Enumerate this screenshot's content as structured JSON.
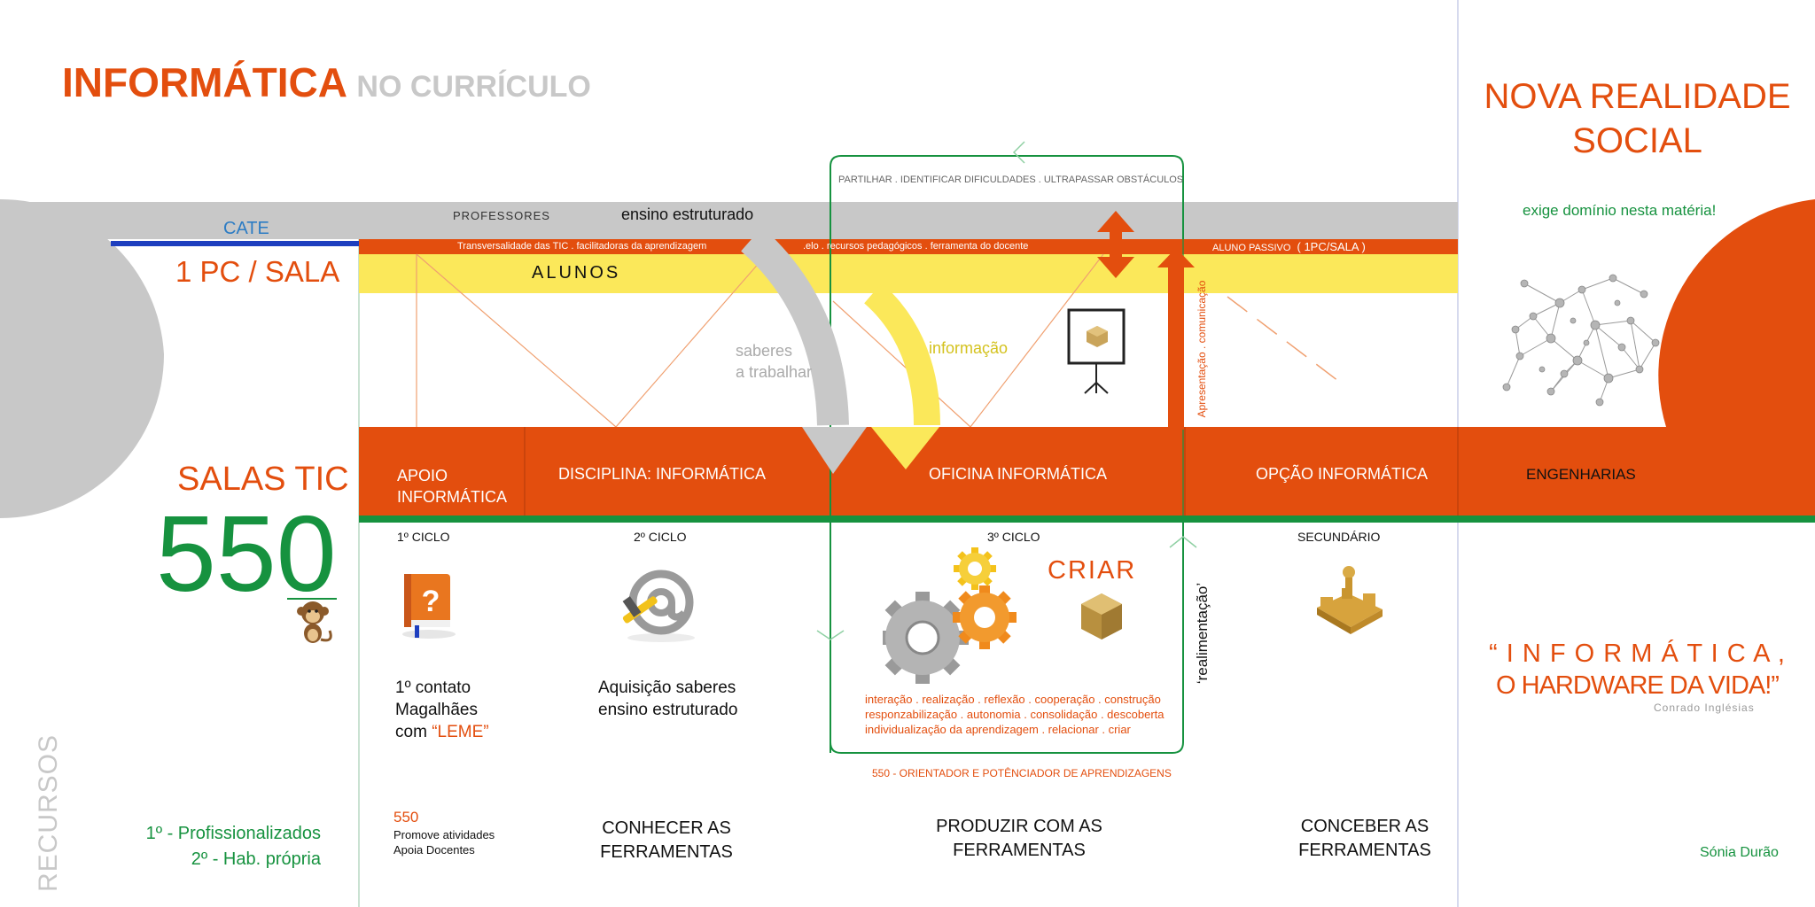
{
  "colors": {
    "orange": "#e34e0e",
    "green": "#16923f",
    "gray": "#c8c8c8",
    "yellow": "#fbe85a",
    "blue": "#1e3fbf",
    "lightblue": "#2c7cc4"
  },
  "title": {
    "main": "INFORMÁTICA",
    "sub": "NO CURRÍCULO"
  },
  "right_panel": {
    "title_line1": "NOVA REALIDADE",
    "title_line2": "SOCIAL",
    "subtitle": "exige domínio nesta matéria!",
    "quote_line1": "“ I N F O R M Á T I C A ,",
    "quote_line2": "O HARDWARE DA VIDA!”",
    "quote_author": "Conrado Inglésias",
    "signature": "Sónia Durão",
    "network_icon": "network-graph-icon"
  },
  "left_panel": {
    "cate": "CATE",
    "pc_sala": "1 PC / SALA",
    "salas_tic": "SALAS TIC",
    "number": "550",
    "vertical_label": "RECURSOS",
    "prof_line1": "1º - Profissionalizados",
    "prof_line2": "2º - Hab. própria",
    "mascot_icon": "monkey-mascot-icon"
  },
  "top_band": {
    "professores": "PROFESSORES",
    "ensino": "ensino estruturado",
    "partilhar": "PARTILHAR . IDENTIFICAR DIFICULDADES . ULTRAPASSAR OBSTÁCULOS",
    "transversal": "Transversalidade das TIC .  facilitadoras da aprendizagem",
    "elo": ".elo  .  recursos pedagógicos  .  ferramenta do docente",
    "aluno_passivo": "ALUNO   PASSIVO",
    "aluno_passivo_count": "( 1PC/SALA )",
    "alunos": "ALUNOS",
    "saberes_line1": "saberes",
    "saberes_line2": "a trabalhar",
    "informacao": "informação",
    "apresentacao": "Apresentação . comunicação",
    "projector_icon": "projector-screen-icon"
  },
  "stages": {
    "apoio_line1": "APOIO",
    "apoio_line2": "INFORMÁTICA",
    "disciplina": "DISCIPLINA: INFORMÁTICA",
    "oficina": "OFICINA  INFORMÁTICA",
    "opcao": "OPÇÃO INFORMÁTICA",
    "engenharias": "ENGENHARIAS"
  },
  "cycles": {
    "c1": "1º CICLO",
    "c2": "2º CICLO",
    "c3": "3º CICLO",
    "sec": "SECUNDÁRIO"
  },
  "content": {
    "c1_line1": "1º contato",
    "c1_line2": "Magalhães",
    "c1_line3_prefix": "com ",
    "c1_line3_leme": "“LEME”",
    "c2_line1": "Aquisição saberes",
    "c2_line2": "ensino estruturado",
    "criar": "CRIAR",
    "oficina_line1": "interação . realização . reflexão . cooperação . construção",
    "oficina_line2": "responzabilização . autonomia .  consolidação . descoberta",
    "oficina_line3": "individualização da aprendizagem . relacionar . criar",
    "realimentacao": "‘realimentação’",
    "orientador": "550 - ORIENTADOR E POTÊNCIADOR DE APRENDIZAGENS",
    "book_icon": "question-book-icon",
    "at_icon": "at-sign-tools-icon",
    "gears_icon": "gears-icon",
    "cube_icon": "cube-icon",
    "puzzle_icon": "puzzle-castle-icon"
  },
  "footer": {
    "col1_num": "550",
    "col1_line1": "Promove atividades",
    "col1_line2": "Apoia Docentes",
    "col2_line1": "CONHECER AS",
    "col2_line2": "FERRAMENTAS",
    "col3_line1": "PRODUZIR COM AS",
    "col3_line2": "FERRAMENTAS",
    "col4_line1": "CONCEBER AS",
    "col4_line2": "FERRAMENTAS"
  }
}
